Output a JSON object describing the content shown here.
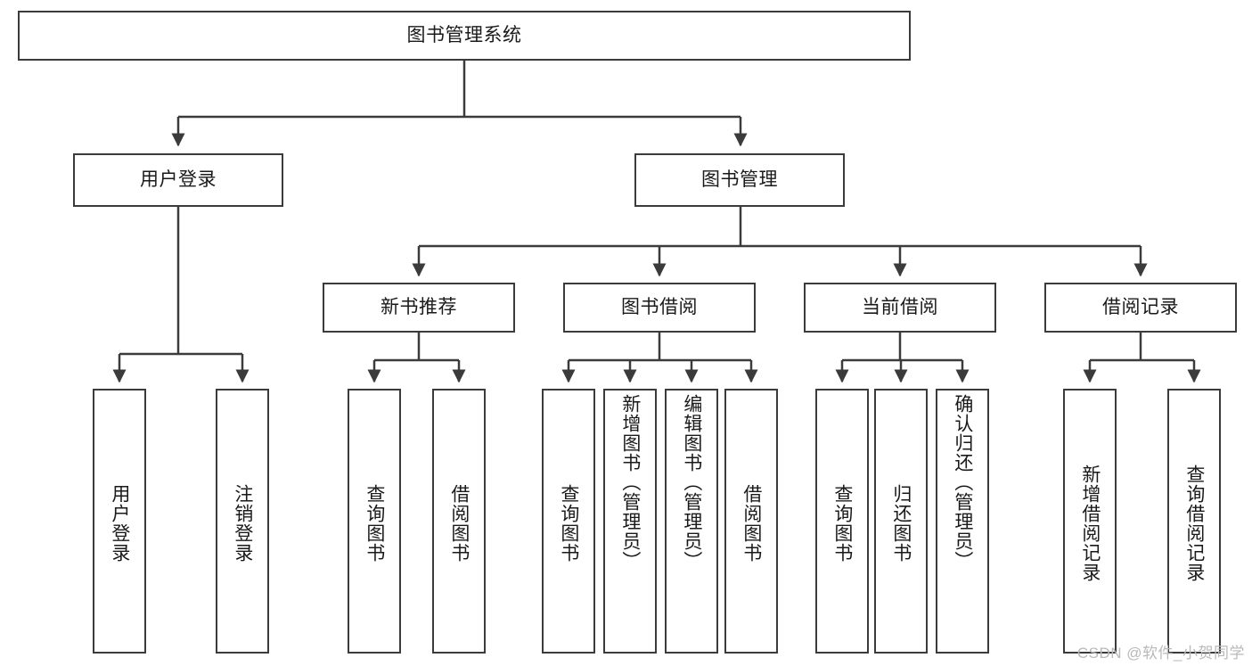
{
  "diagram": {
    "type": "tree-hierarchy",
    "title": "图书管理系统",
    "root": {
      "id": "root",
      "label": "图书管理系统"
    },
    "level1": [
      {
        "id": "user-login",
        "label": "用户登录"
      },
      {
        "id": "book-manage",
        "label": "图书管理"
      }
    ],
    "level2": [
      {
        "id": "new-book-recommend",
        "label": "新书推荐",
        "parent": "book-manage"
      },
      {
        "id": "book-borrow",
        "label": "图书借阅",
        "parent": "book-manage"
      },
      {
        "id": "current-borrow",
        "label": "当前借阅",
        "parent": "book-manage"
      },
      {
        "id": "borrow-record",
        "label": "借阅记录",
        "parent": "book-manage"
      }
    ],
    "leaves": {
      "user-login": [
        {
          "id": "leaf-user-login",
          "label": "用户登录"
        },
        {
          "id": "leaf-user-logout",
          "label": "注销登录"
        }
      ],
      "new-book-recommend": [
        {
          "id": "leaf-query-book-1",
          "label": "查询图书"
        },
        {
          "id": "leaf-borrow-book-1",
          "label": "借阅图书"
        }
      ],
      "book-borrow": [
        {
          "id": "leaf-query-book-2",
          "label": "查询图书"
        },
        {
          "id": "leaf-add-book",
          "label": "新增图书（管理员）"
        },
        {
          "id": "leaf-edit-book",
          "label": "编辑图书（管理员）"
        },
        {
          "id": "leaf-borrow-book-2",
          "label": "借阅图书"
        }
      ],
      "current-borrow": [
        {
          "id": "leaf-query-book-3",
          "label": "查询图书"
        },
        {
          "id": "leaf-return-book",
          "label": "归还图书"
        },
        {
          "id": "leaf-confirm-return",
          "label": "确认归还（管理员）"
        }
      ],
      "borrow-record": [
        {
          "id": "leaf-add-record",
          "label": "新增借阅记录"
        },
        {
          "id": "leaf-query-record",
          "label": "查询借阅记录"
        }
      ]
    }
  },
  "watermark": {
    "text": "CSDN @软件_小贺同学"
  },
  "colors": {
    "stroke": "#3b3b3b",
    "fill": "#ffffff",
    "text": "#1a1a1a",
    "watermark": "#b9b9b9"
  }
}
